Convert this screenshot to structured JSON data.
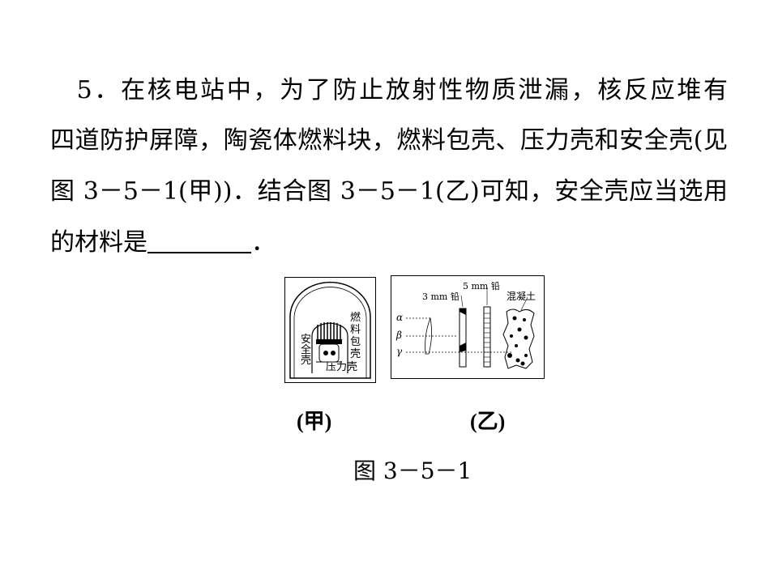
{
  "question": {
    "line1": "　5．在核电站中，为了防止放射性物质泄漏，核反应堆有",
    "line2": "四道防护屏障，陶瓷体燃料块，燃料包壳、压力壳和安全壳(见",
    "line3": "图 3－5－1(甲))．结合图 3－5－1(乙)可知，安全壳应当选用",
    "line4_prefix": "的材料是",
    "line4_suffix": "．"
  },
  "figure_a": {
    "safety_shell": "安全壳",
    "fuel_cladding": "燃料包壳",
    "pressure_shell": "压力壳",
    "caption": "(甲)"
  },
  "figure_b": {
    "lead_3mm": "3 mm 铅",
    "lead_5mm": "5 mm 铅",
    "concrete": "混凝土",
    "alpha": "α",
    "beta": "β",
    "gamma": "γ",
    "caption": "(乙)"
  },
  "figure_title": "图 3－5－1"
}
